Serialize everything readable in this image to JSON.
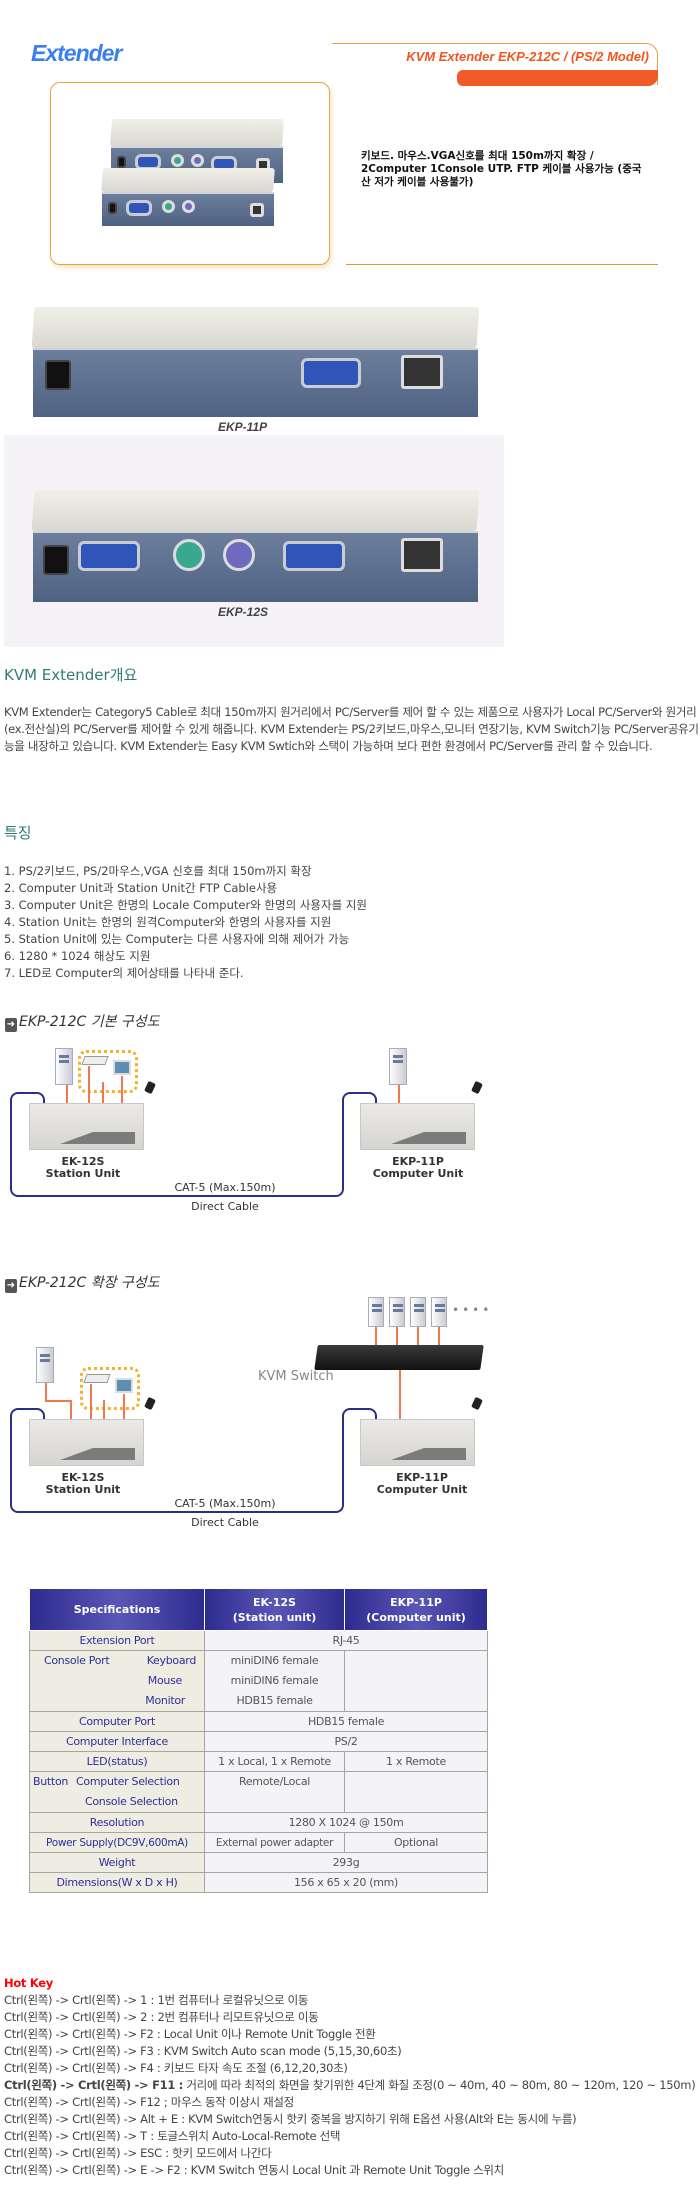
{
  "header": {
    "logo": "Extender",
    "title": "KVM Extender   EKP-212C / (PS/2 Model)",
    "description": "키보드. 마우스.VGA신호를 최대 150m까지 확장 / 2Computer 1Console UTP. FTP 케이블 사용가능 (중국산 저가 케이블 사용불가)"
  },
  "photos": {
    "label_1": "EKP-11P",
    "label_2": "EKP-12S"
  },
  "overview": {
    "heading": "KVM Extender개요",
    "text": "KVM Extender는 Category5 Cable로 최대 150m까지 원거리에서 PC/Server를 제어 할 수 있는 제품으로 사용자가 Local PC/Server와 원거리(ex.전산실)의 PC/Server를 제어할 수 있게 해줍니다. KVM Extender는 PS/2키보드,마우스,모니터 연장기능, KVM Switch기능 PC/Server공유기능을 내장하고 있습니다. KVM Extender는 Easy KVM Swtich와 스택이 가능하며 보다 편한 환경에서 PC/Server를 관리 할 수 있습니다."
  },
  "features": {
    "heading": "특징",
    "items": [
      "1. PS/2키보드, PS/2마우스,VGA 신호를 최대 150m까지 확장",
      "2. Computer Unit과 Station Unit간 FTP Cable사용",
      "3. Computer Unit은 한명의 Locale Computer와 한명의 사용자를 지원",
      "4. Station Unit는 한명의 원격Computer와 한명의 사용자를 지원",
      "5. Station Unit에 있는 Computer는 다른 사용자에 의해 제어가 가능",
      "6. 1280 * 1024 해상도 지원",
      "7. LED로 Computer의 제어상태를 나타내 준다."
    ]
  },
  "diagram_basic": {
    "title": "EKP-212C 기본 구성도",
    "station_model": "EK-12S",
    "station_name": "Station Unit",
    "computer_model": "EKP-11P",
    "computer_name": "Computer Unit",
    "cable": "CAT-5 (Max.150m)",
    "cable_type": "Direct Cable"
  },
  "diagram_extended": {
    "title": "EKP-212C 확장 구성도",
    "switch_label": "KVM Switch",
    "station_model": "EK-12S",
    "station_name": "Station Unit",
    "computer_model": "EKP-11P",
    "computer_name": "Computer Unit",
    "cable": "CAT-5 (Max.150m)",
    "cable_type": "Direct Cable"
  },
  "spec_table": {
    "headers": [
      "Specifications",
      "EK-12S",
      "(Station unit)",
      "EKP-11P",
      "(Computer unit)"
    ],
    "extension_port": {
      "label": "Extension Port",
      "value": "RJ-45"
    },
    "console_port": {
      "label": "Console Port",
      "keyboard": "Keyboard",
      "mouse": "Mouse",
      "monitor": "Monitor",
      "keyboard_value": "miniDIN6 female",
      "mouse_value": "miniDIN6 female",
      "monitor_value": "HDB15 female"
    },
    "computer_port": {
      "label": "Computer Port",
      "value": "HDB15 female"
    },
    "computer_interface": {
      "label": "Computer Interface",
      "value": "PS/2"
    },
    "led": {
      "label": "LED(status)",
      "station": "1 x Local, 1 x Remote",
      "computer": "1 x Remote"
    },
    "button": {
      "label": "Button",
      "computer_sel": "Computer Selection",
      "console_sel": "Console Selection",
      "station": "Remote/Local"
    },
    "resolution": {
      "label": "Resolution",
      "value": "1280  X  1024 @ 150m"
    },
    "power": {
      "label": "Power Supply(DC9V,600mA)",
      "station": "External power adapter",
      "computer": "Optional"
    },
    "weight": {
      "label": "Weight",
      "value": "293g"
    },
    "dimensions": {
      "label": "Dimensions(W x D x H)",
      "value": "156 x 65 x 20 (mm)"
    }
  },
  "hotkeys": {
    "title": "Hot Key",
    "items": [
      "Ctrl(왼쪽) -> Crtl(왼쪽) -> 1 : 1번 컴퓨터나 로컬유닛으로 이동",
      "Ctrl(왼쪽) -> Crtl(왼쪽) -> 2 : 2번 컴퓨터나 리모트유닛으로 이동",
      "Ctrl(왼쪽) -> Crtl(왼쪽) -> F2 : Local Unit 이나 Remote Unit Toggle 전환",
      "Ctrl(왼쪽) -> Crtl(왼쪽) -> F3 : KVM Switch Auto scan mode (5,15,30,60초)",
      "Ctrl(왼쪽) -> Crtl(왼쪽) -> F4 : 키보드 타자 속도 조절 (6,12,20,30초)",
      "Ctrl(왼쪽) -> Crtl(왼쪽) -> F11 :",
      " 거리에 따라 최적의 화면을 찾기위한 4단계 화질 조정(0 ~ 40m, 40 ~ 80m, 80 ~ 120m, 120 ~ 150m)",
      "Ctrl(왼쪽) -> Crtl(왼쪽) -> F12 ; 마우스 동작 이상시 재설정",
      "Ctrl(왼쪽) -> Crtl(왼쪽) -> Alt + E : KVM Switch연동시 핫키 중복을 방지하기 위해 E옵션 사용(Alt와 E는 동시에 누름)",
      "Ctrl(왼쪽) -> Crtl(왼쪽) -> T : 토글스위치 Auto-Local-Remote 선택",
      "Ctrl(왼쪽) -> Crtl(왼쪽) -> ESC : 핫키 모드에서 나간다",
      "Ctrl(왼쪽) -> Crtl(왼쪽) -> E -> F2 : KVM Switch 연동시 Local Unit 과 Remote Unit Toggle 스위치"
    ]
  }
}
